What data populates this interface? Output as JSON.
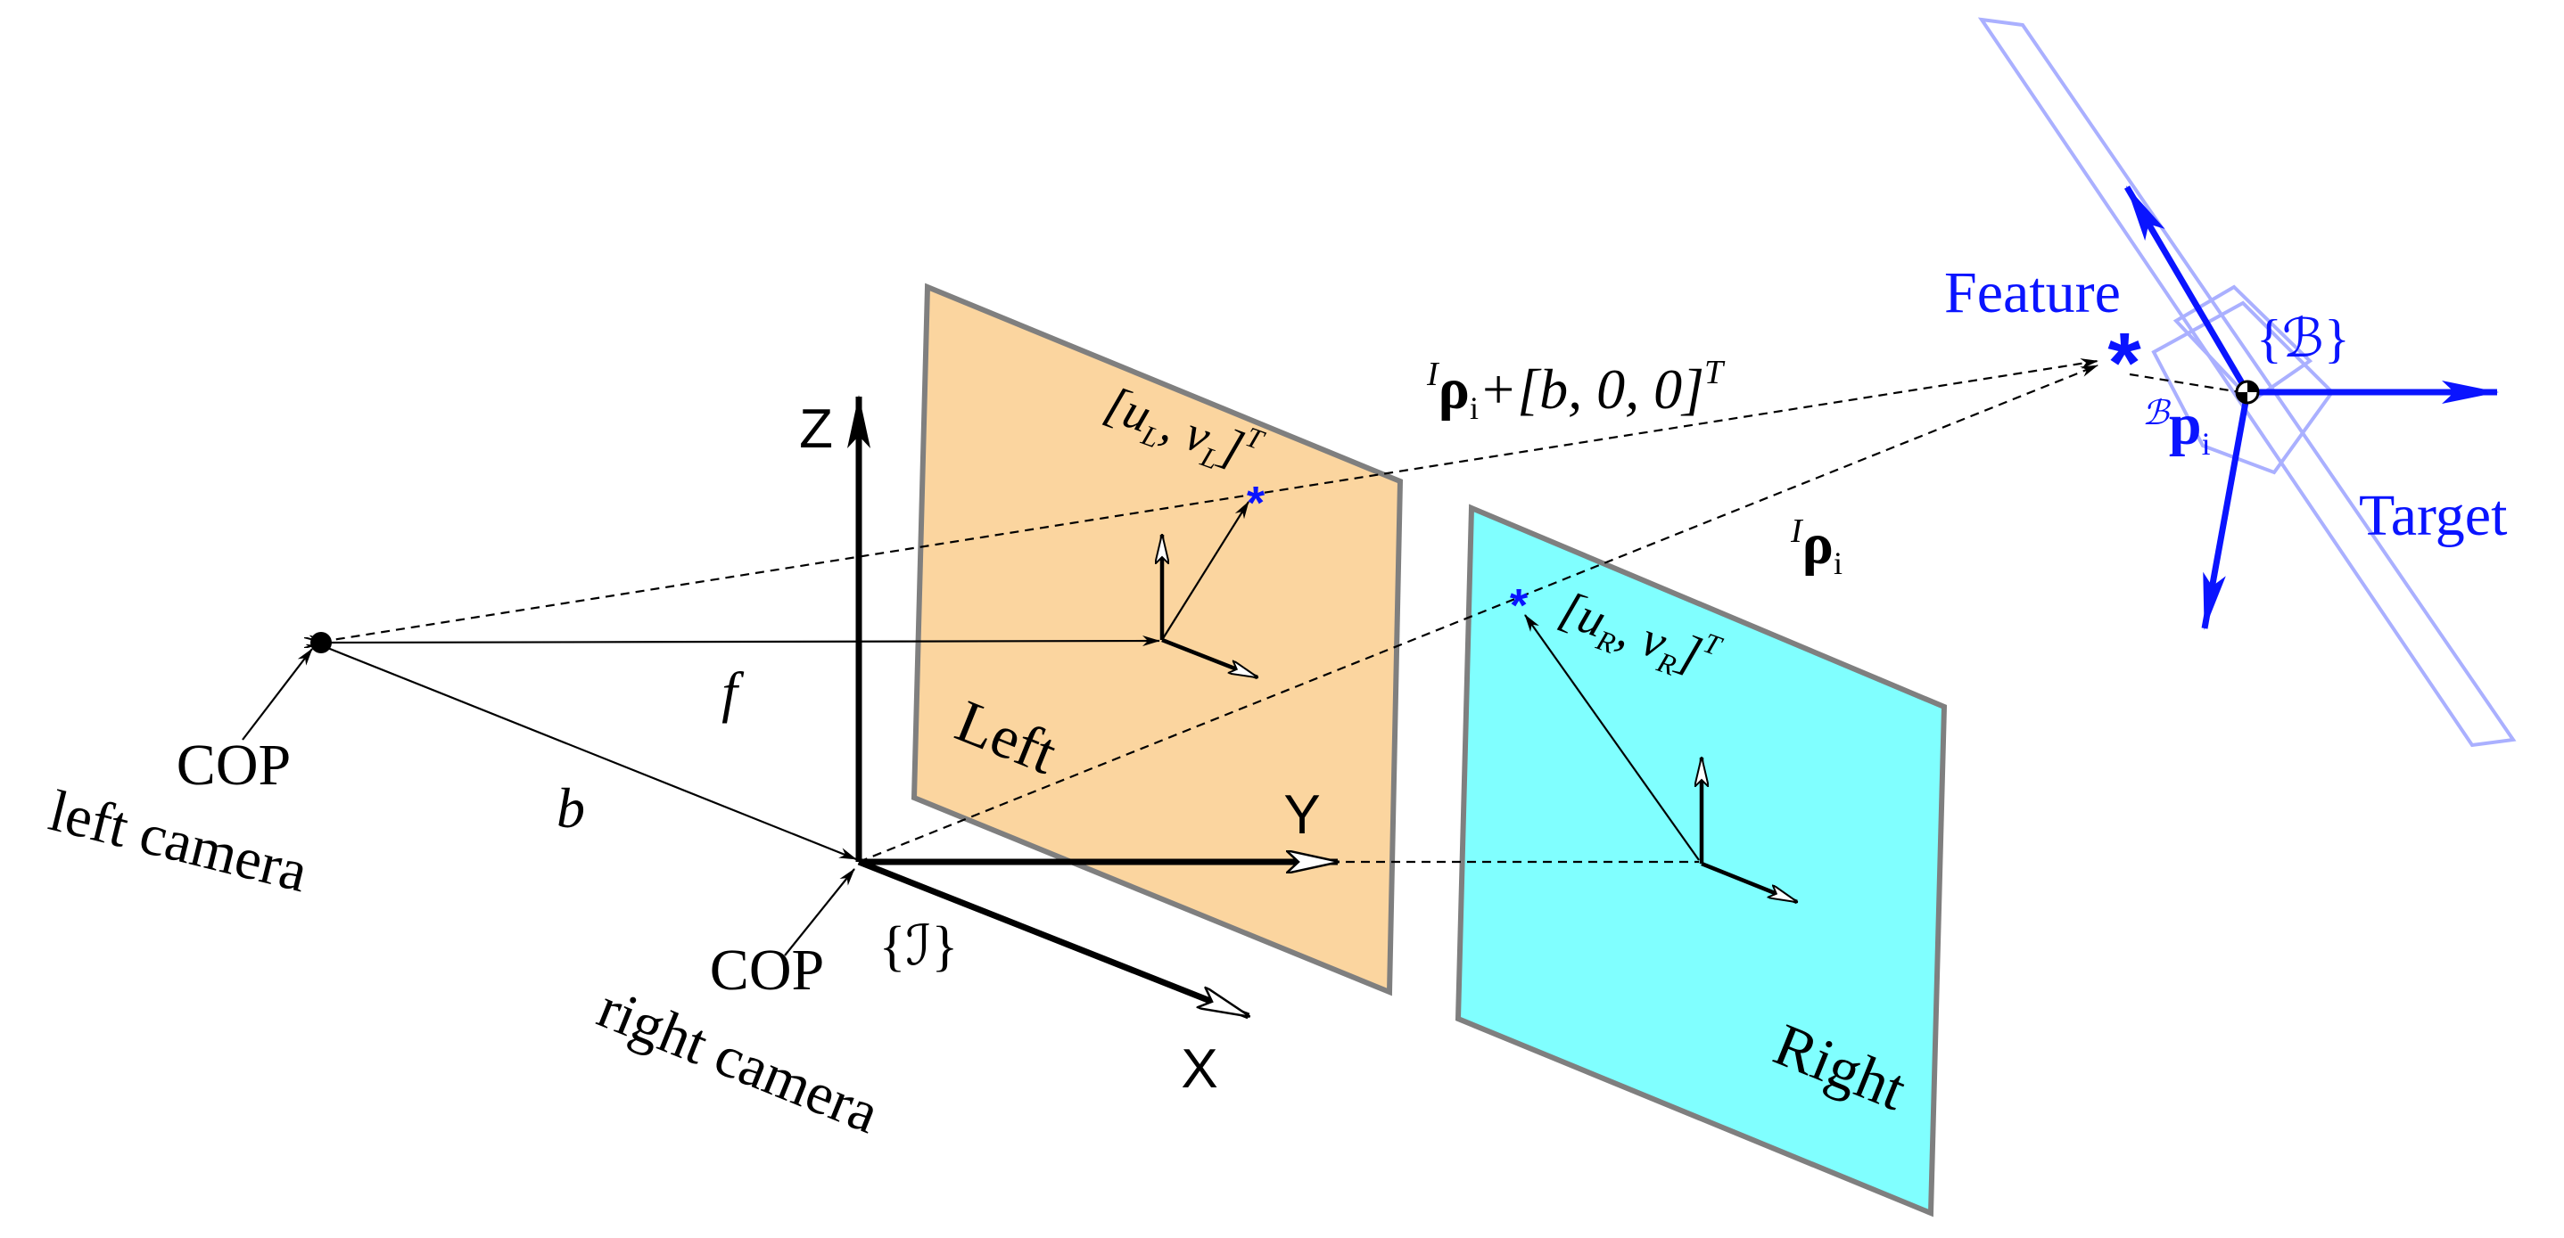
{
  "labels": {
    "cop_left_line1": "COP",
    "cop_left_line2": "left camera",
    "cop_right_line1": "COP",
    "cop_right_line2": "right camera",
    "focal": "f",
    "baseline": "b",
    "axis_z": "Z",
    "axis_y": "Y",
    "axis_x": "X",
    "frame_inertial": "{ℐ}",
    "left_plane": "Left",
    "right_plane": "Right",
    "left_image_coords": {
      "open": "[u",
      "sub1": "L",
      "comma": ", v",
      "sub2": "L",
      "close": "]",
      "sup": "T"
    },
    "right_image_coords": {
      "open": "[u",
      "sub1": "R",
      "comma": ", v",
      "sub2": "R",
      "close": "]",
      "sup": "T"
    },
    "rho_shifted": {
      "pre": "I",
      "rho": "ρ",
      "sub": "i",
      "rest": "+[b, 0, 0]",
      "sup": "T"
    },
    "rho": {
      "pre": "I",
      "rho": "ρ",
      "sub": "i"
    },
    "feature": "Feature",
    "frame_body": "{ℬ}",
    "body_point": {
      "pre": "ℬ",
      "p": "p",
      "sub": "i"
    },
    "target": "Target",
    "feature_marker": "*"
  },
  "colors": {
    "left_plane_fill": "#fbd59f",
    "right_plane_fill": "#80ffff",
    "plane_border": "#7f7f7f",
    "blue_text": "#0a14ff",
    "target_outline": "#aab0ff",
    "ink": "#000000"
  }
}
